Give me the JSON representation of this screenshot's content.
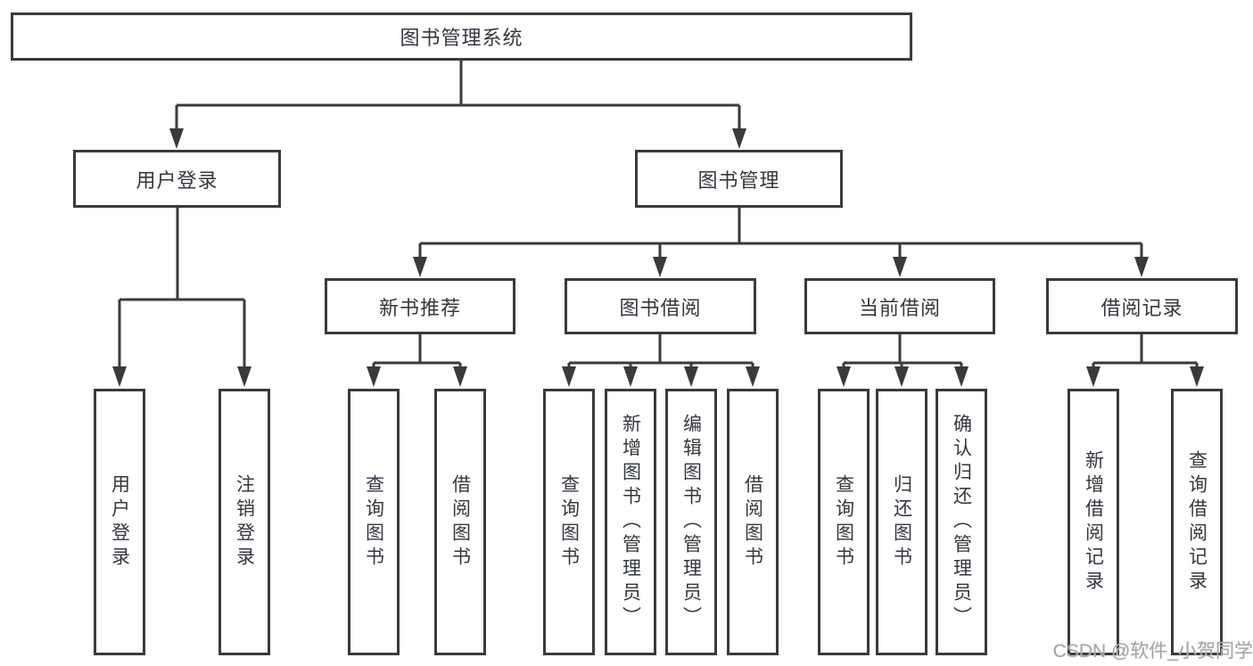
{
  "colors": {
    "line": "#3a3a3a",
    "box_border": "#3a3a3a",
    "text": "#333740",
    "background": "#ffffff",
    "watermark": "#a6a6a6"
  },
  "tree": {
    "root": {
      "label": "图书管理系统"
    },
    "branches": [
      {
        "label": "用户登录",
        "children": [
          {
            "label": "用户登录"
          },
          {
            "label": "注销登录"
          }
        ]
      },
      {
        "label": "图书管理",
        "children": [
          {
            "label": "新书推荐",
            "children": [
              {
                "label": "查询图书"
              },
              {
                "label": "借阅图书"
              }
            ]
          },
          {
            "label": "图书借阅",
            "children": [
              {
                "label": "查询图书"
              },
              {
                "label": "新增图书（管理员）"
              },
              {
                "label": "编辑图书（管理员）"
              },
              {
                "label": "借阅图书"
              }
            ]
          },
          {
            "label": "当前借阅",
            "children": [
              {
                "label": "查询图书"
              },
              {
                "label": "归还图书"
              },
              {
                "label": "确认归还（管理员）"
              }
            ]
          },
          {
            "label": "借阅记录",
            "children": [
              {
                "label": "新增借阅记录"
              },
              {
                "label": "查询借阅记录"
              }
            ]
          }
        ]
      }
    ]
  },
  "watermark": {
    "text": "CSDN @软件_小贺同学"
  }
}
